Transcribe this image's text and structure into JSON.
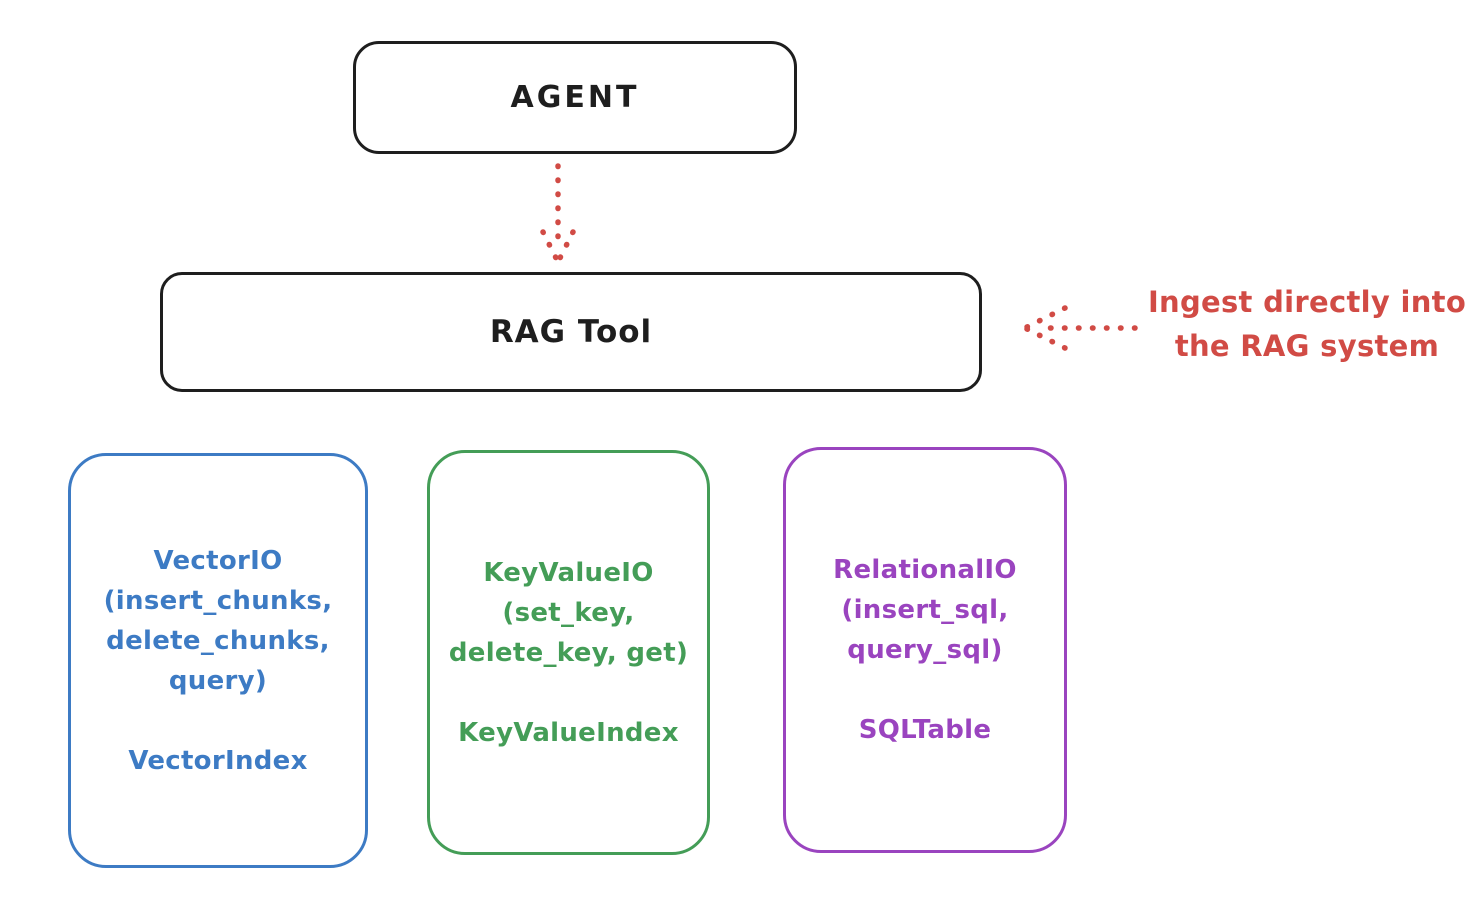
{
  "diagram": {
    "agent": {
      "label": "AGENT"
    },
    "rag_tool": {
      "label": "RAG Tool"
    },
    "annotation": {
      "line1": "Ingest directly into",
      "line2": "the RAG system",
      "color": "#d14b45"
    },
    "stores": [
      {
        "id": "vector-io",
        "color": "#3d7bc4",
        "line1": "VectorIO",
        "line2": "(insert_chunks,",
        "line3": "delete_chunks,",
        "line4": "query)",
        "index_label": "VectorIndex"
      },
      {
        "id": "key-value-io",
        "color": "#449d57",
        "line1": "KeyValueIO",
        "line2": "(set_key,",
        "line3": "delete_key, get)",
        "index_label": "KeyValueIndex"
      },
      {
        "id": "relational-io",
        "color": "#9a44bf",
        "line1": "RelationalIO",
        "line2": "(insert_sql,",
        "line3": "query_sql)",
        "index_label": "SQLTable"
      }
    ],
    "colors": {
      "stroke": "#1e1e1e",
      "arrow_red": "#d14b45"
    }
  }
}
